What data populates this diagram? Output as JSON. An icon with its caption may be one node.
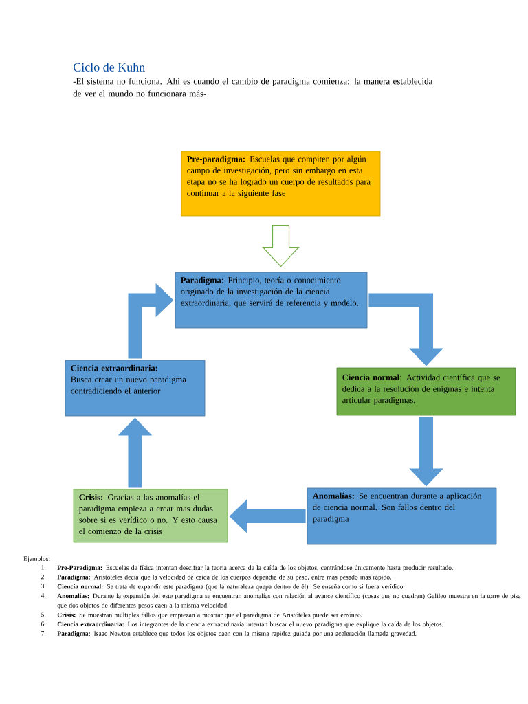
{
  "diagram": {
    "title": "Ciclo de Kuhn",
    "nodes": [
      {
        "text": [
          "**Pre-paradigma:** Escuelas que compiten por algún campo de investigación, pero sin embargo en esta etapa no se ha logrado un cuerpo de resultados para continuar a la siguiente fase"
        ]
      },
      {
        "text": [
          "**Paradigma**: Principio, teoría o conocimiento originado de la investigación de la ciencia extraordinaria, que servirá de referencia y modelo."
        ]
      },
      {
        "text": [
          "**Ciencia normal**: Actividad científica que se dedica a la resolución de enigmas e intenta articular paradigmas."
        ]
      },
      {
        "text": [
          "**Anomalías:** Se encuentran durante a aplicación de ciencia normal. Son fallos dentro del paradigma"
        ]
      },
      {
        "text": [
          "**Crisis:** Gracias a las anomalías el paradigma empieza a crear mas dudas sobre si es verídico o no. Y esto causa el comienzo de la crisis"
        ]
      },
      {
        "text": [
          "Ciencia extraordinaria:",
          "Busca crear un nuevo paradigma contradiciendo el anterior"
        ]
      }
    ],
    "edges": [
      {
        "from": 0,
        "to": 1,
        "arrow": "to",
        "color": "#70ad47"
      },
      {
        "from": 1,
        "to": 2,
        "arrow": "to"
      },
      {
        "from": 2,
        "to": 3,
        "arrow": "to"
      },
      {
        "from": 3,
        "to": 4,
        "arrow": "to"
      },
      {
        "from": 4,
        "to": 5,
        "arrow": "to"
      },
      {
        "from": 5,
        "to": 1,
        "arrow": "to"
      }
    ],
    "labels": [
      "-El sistema no funciona. Ahí es cuando el cambio de paradigma comienza: la manera establecida de ver el mundo no funcionara más-",
      "Ejemplos:",
      "1.",
      "**Pre-Paradigma:** Escuelas de física intentan descifrar la teoria acerca de la caída de los objetos, centrándose únicamente hasta producir resultado.",
      "2.",
      "**Paradigma:** Aristóteles decía que la velocidad de caída de los cuerpos dependía de su peso, entre mas pesado mas rápido.",
      "3.",
      "**Ciencia normal:** Se trata de expandir este paradigma (que la naturaleza quepa dentro de él). Se enseña como si fuera verídico.",
      "4.",
      "**Anomalías:** Durante la expansión del este paradigma se encuentran anomalías con relación al avance científico (cosas que no cuadran) Galileo muestra en la torre de pisa que dos objetos de diferentes pesos caen a la misma velocidad",
      "5.",
      "**Crisis:** Se muestran múltiples fallos que empiezan a mostrar que el paradigma de Aristóteles puede ser erróneo.",
      "6.",
      "**Ciencia extraordinaria:** Los integrantes de la ciencia extraordinaria intentan buscar el nuevo paradigma que explique la caída de los objetos.",
      "7.",
      "**Paradigma:** Isaac Newton establece que todos los objetos caen con la misma rapidez guiada por una aceleración llamada gravedad."
    ]
  }
}
